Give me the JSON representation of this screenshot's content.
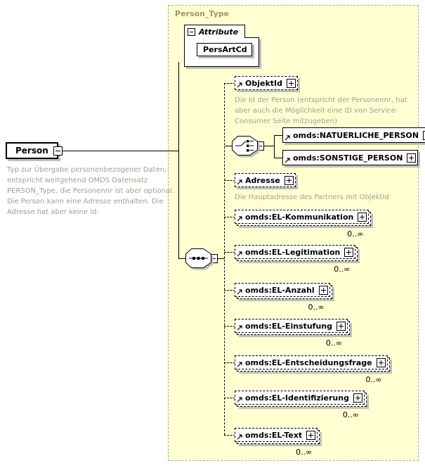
{
  "panel": {
    "title": "Person_Type"
  },
  "root": {
    "label": "Person",
    "description": "Typ zur Übergabe personenbezogener Daten, entspricht weitgehend OMDS Datensatz PERSON_Type, die Personennr ist aber optional. Die Person kann eine Adresse enthalten. Die Adresse hat aber keine Id."
  },
  "attribute_group": {
    "label": "Attribute",
    "attributes": [
      "PersArtCd"
    ]
  },
  "children": {
    "objektid": {
      "label": "ObjektId",
      "annotation": "Die Id der Person (entspricht der Personennr, hat aber auch die Möglichkeit eine ID von Service-Consumer Seite mitzugeben)"
    },
    "natuerliche_person": {
      "label": "omds:NATUERLICHE_PERSON"
    },
    "sonstige_person": {
      "label": "omds:SONSTIGE_PERSON"
    },
    "adresse": {
      "label": "Adresse",
      "annotation": "Die Hauptadresse des Partners mit ObjektId"
    },
    "el_kommunikation": {
      "label": "omds:EL-Kommunikation",
      "occurrence": "0..∞"
    },
    "el_legitimation": {
      "label": "omds:EL-Legitimation",
      "occurrence": "0..∞"
    },
    "el_anzahl": {
      "label": "omds:EL-Anzahl",
      "occurrence": "0..∞"
    },
    "el_einstufung": {
      "label": "omds:EL-Einstufung",
      "occurrence": "0..∞"
    },
    "el_entscheidungsfrage": {
      "label": "omds:EL-Entscheidungsfrage",
      "occurrence": "0..∞"
    },
    "el_identifizierung": {
      "label": "omds:EL-Identifizierung",
      "occurrence": "0..∞"
    },
    "el_text": {
      "label": "omds:EL-Text",
      "occurrence": "0..∞"
    }
  },
  "colors": {
    "panel_bg": "#ffffd2",
    "panel_border": "#a8a8a8",
    "panel_title": "#9a9a66",
    "annotation_text": "#a0a094",
    "shadow": "#bfbfbf"
  }
}
